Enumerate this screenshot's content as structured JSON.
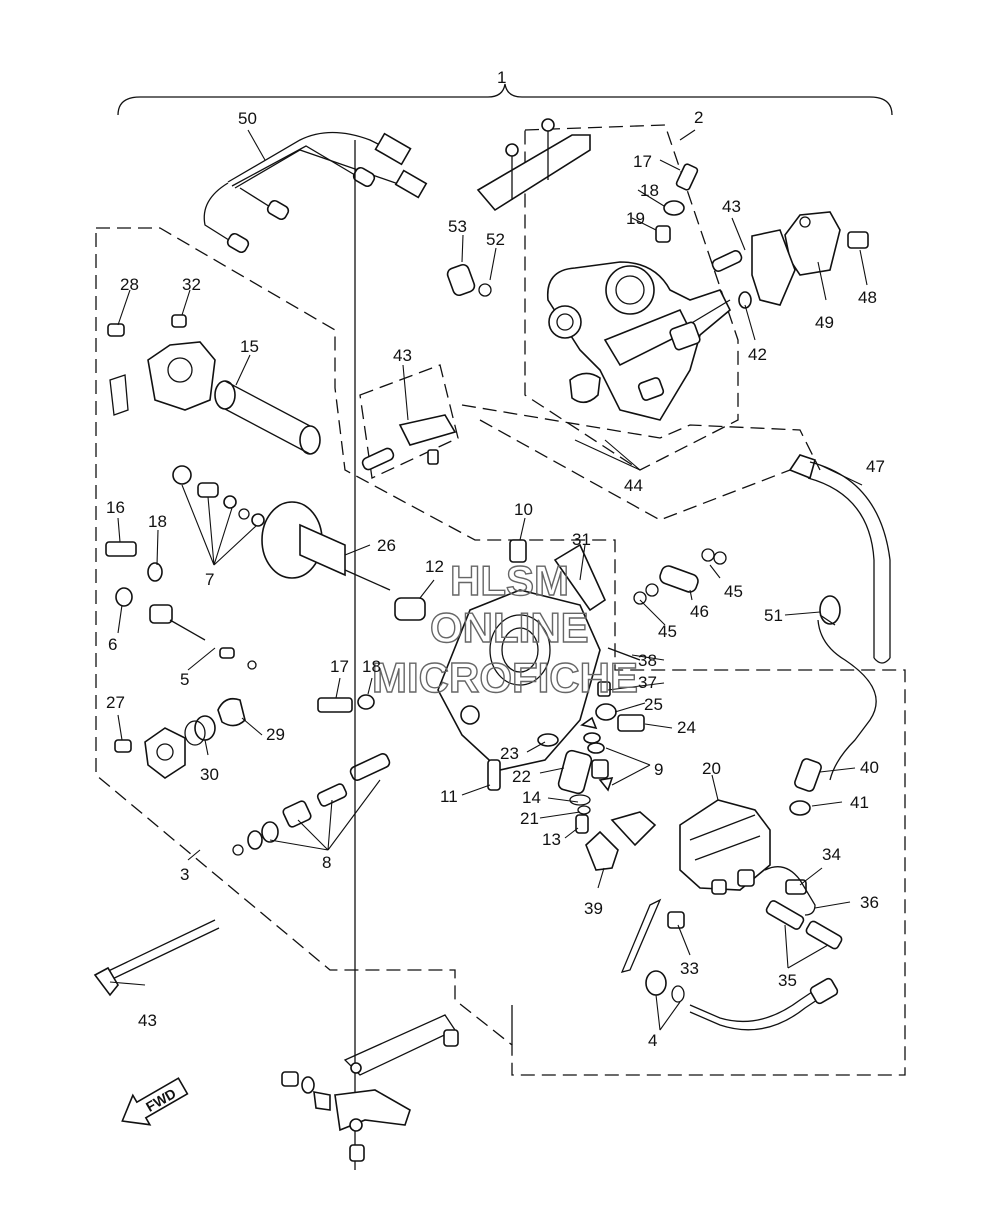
{
  "watermark": [
    "HLSM",
    "ONLINE",
    "MICROFICHE"
  ],
  "fwd_label": "FWD",
  "callouts": [
    {
      "id": "c1",
      "label": "1"
    },
    {
      "id": "c2",
      "label": "2"
    },
    {
      "id": "c3",
      "label": "3"
    },
    {
      "id": "c4",
      "label": "4"
    },
    {
      "id": "c5",
      "label": "5"
    },
    {
      "id": "c6",
      "label": "6"
    },
    {
      "id": "c7",
      "label": "7"
    },
    {
      "id": "c8",
      "label": "8"
    },
    {
      "id": "c9",
      "label": "9"
    },
    {
      "id": "c10",
      "label": "10"
    },
    {
      "id": "c11",
      "label": "11"
    },
    {
      "id": "c12",
      "label": "12"
    },
    {
      "id": "c13",
      "label": "13"
    },
    {
      "id": "c14",
      "label": "14"
    },
    {
      "id": "c15",
      "label": "15"
    },
    {
      "id": "c16",
      "label": "16"
    },
    {
      "id": "c17a",
      "label": "17"
    },
    {
      "id": "c17b",
      "label": "17"
    },
    {
      "id": "c18a",
      "label": "18"
    },
    {
      "id": "c18b",
      "label": "18"
    },
    {
      "id": "c18c",
      "label": "18"
    },
    {
      "id": "c19",
      "label": "19"
    },
    {
      "id": "c20",
      "label": "20"
    },
    {
      "id": "c21",
      "label": "21"
    },
    {
      "id": "c22",
      "label": "22"
    },
    {
      "id": "c23",
      "label": "23"
    },
    {
      "id": "c24",
      "label": "24"
    },
    {
      "id": "c25",
      "label": "25"
    },
    {
      "id": "c26",
      "label": "26"
    },
    {
      "id": "c27",
      "label": "27"
    },
    {
      "id": "c28",
      "label": "28"
    },
    {
      "id": "c29",
      "label": "29"
    },
    {
      "id": "c30",
      "label": "30"
    },
    {
      "id": "c31",
      "label": "31"
    },
    {
      "id": "c32",
      "label": "32"
    },
    {
      "id": "c33",
      "label": "33"
    },
    {
      "id": "c34",
      "label": "34"
    },
    {
      "id": "c35",
      "label": "35"
    },
    {
      "id": "c36",
      "label": "36"
    },
    {
      "id": "c37",
      "label": "37"
    },
    {
      "id": "c38",
      "label": "38"
    },
    {
      "id": "c39",
      "label": "39"
    },
    {
      "id": "c40",
      "label": "40"
    },
    {
      "id": "c41",
      "label": "41"
    },
    {
      "id": "c42",
      "label": "42"
    },
    {
      "id": "c43a",
      "label": "43"
    },
    {
      "id": "c43b",
      "label": "43"
    },
    {
      "id": "c43c",
      "label": "43"
    },
    {
      "id": "c44",
      "label": "44"
    },
    {
      "id": "c45a",
      "label": "45"
    },
    {
      "id": "c45b",
      "label": "45"
    },
    {
      "id": "c46",
      "label": "46"
    },
    {
      "id": "c47",
      "label": "47"
    },
    {
      "id": "c48",
      "label": "48"
    },
    {
      "id": "c49",
      "label": "49"
    },
    {
      "id": "c50",
      "label": "50"
    },
    {
      "id": "c51",
      "label": "51"
    },
    {
      "id": "c52",
      "label": "52"
    },
    {
      "id": "c53",
      "label": "53"
    }
  ]
}
